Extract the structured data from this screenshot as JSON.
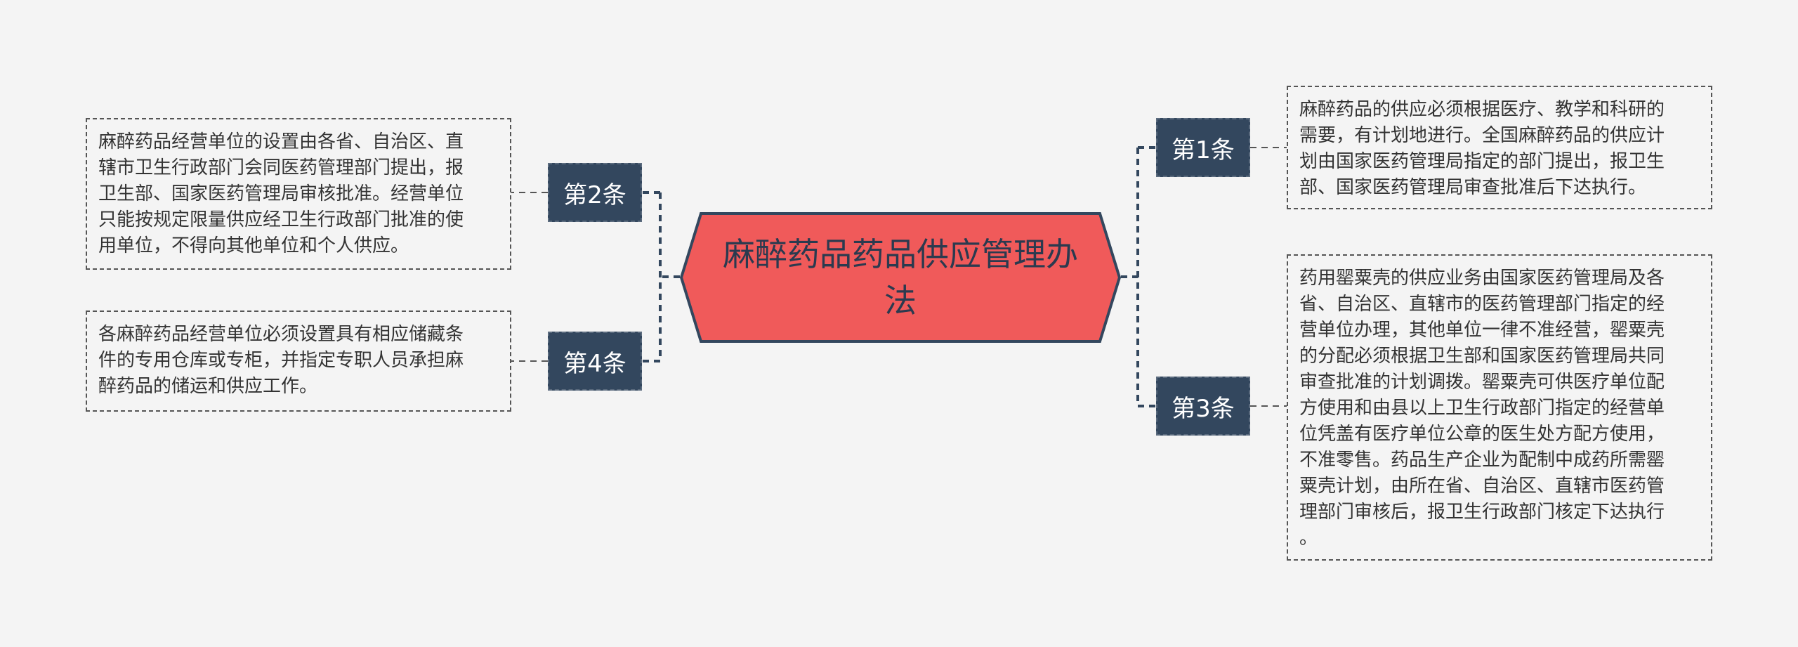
{
  "central": {
    "line1": "麻醉药品药品供应管理办",
    "line2": "法"
  },
  "branches": [
    {
      "label": "第1条",
      "text": "麻醉药品的供应必须根据医疗、教学和科研的\n需要，有计划地进行。全国麻醉药品的供应计\n划由国家医药管理局指定的部门提出，报卫生\n部、国家医药管理局审查批准后下达执行。"
    },
    {
      "label": "第2条",
      "text": "麻醉药品经营单位的设置由各省、自治区、直\n辖市卫生行政部门会同医药管理部门提出，报\n卫生部、国家医药管理局审核批准。经营单位\n只能按规定限量供应经卫生行政部门批准的使\n用单位，不得向其他单位和个人供应。"
    },
    {
      "label": "第3条",
      "text": "药用罂粟壳的供应业务由国家医药管理局及各\n省、自治区、直辖市的医药管理部门指定的经\n营单位办理，其他单位一律不准经营，罂粟壳\n的分配必须根据卫生部和国家医药管理局共同\n审查批准的计划调拨。罂粟壳可供医疗单位配\n方使用和由县以上卫生行政部门指定的经营单\n位凭盖有医疗单位公章的医生处方配方使用，\n不准零售。药品生产企业为配制中成药所需罂\n粟壳计划，由所在省、自治区、直辖市医药管\n理部门审核后，报卫生行政部门核定下达执行\n。"
    },
    {
      "label": "第4条",
      "text": "各麻醉药品经营单位必须设置具有相应储藏条\n件的专用仓库或专柜，并指定专职人员承担麻\n醉药品的储运和供应工作。"
    }
  ],
  "colors": {
    "central_fill": "#f05a5a",
    "central_border": "#33475e",
    "tag_fill": "#33475e",
    "line": "#33475e",
    "background": "#f4f4f4"
  }
}
